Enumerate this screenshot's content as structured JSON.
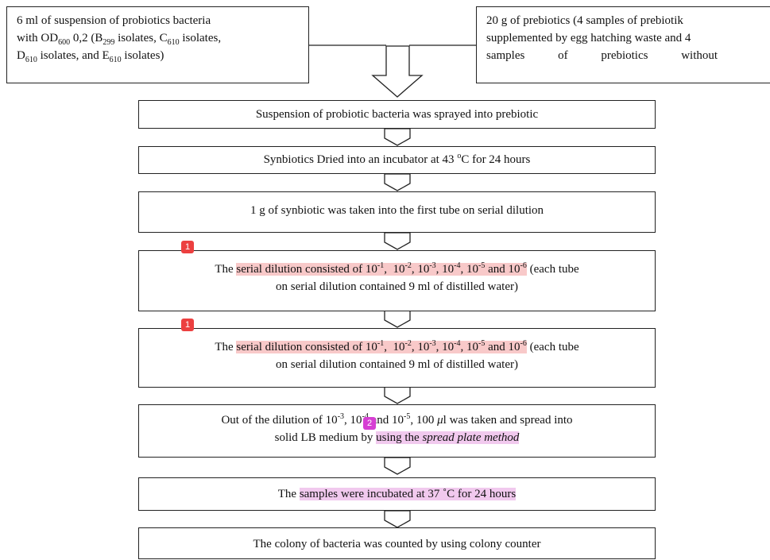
{
  "colors": {
    "highlight_red": "#f8c9c9",
    "highlight_pink": "#f1c9ee",
    "badge_red": "#ec4040",
    "badge_magenta": "#d63fd3"
  },
  "left_input": {
    "l1": "6 ml of suspension of probiotics bacteria",
    "l2_a": "with OD",
    "l2_sub1": "600",
    "l2_b": " 0,2 (B",
    "l2_sub2": "299",
    "l2_c": " isolates, C",
    "l2_sub3": "610",
    "l2_d": " isolates,",
    "l3_a": "D",
    "l3_sub": "610",
    "l3_b": " isolates, and E",
    "l3_sub2": "610",
    "l3_c": " isolates)"
  },
  "right_input": {
    "l1": "20 g of prebiotics (4 samples of prebiotik",
    "l2": "supplemented by egg hatching waste and 4",
    "l3": "samples of prebiotics without"
  },
  "steps": {
    "spray": "Suspension of probiotic bacteria was sprayed into prebiotic",
    "dry_a": "Synbiotics Dried into an incubator at 43 ",
    "dry_deg": "o",
    "dry_b": "C for 24 hours",
    "take": "1 g of synbiotic was taken into the first tube on serial dilution",
    "dilution": {
      "pre": "The ",
      "hl": "serial dilution consisted of ",
      "e1": "-1",
      "e2": "-2",
      "e3": "-3",
      "e4": "-4",
      "e5": "-5",
      "e6": "-6",
      "ten": "10",
      "and": " and ",
      "post": " (each tube",
      "line2": "on serial dilution contained 9 ml of distilled water)"
    },
    "spread": {
      "l1_a": "Out of the dilution of 10",
      "e3": "-3",
      "l1_b": ", 10",
      "e4": "-4",
      "l1_c": " and 10",
      "e5": "-5",
      "l1_d": ", 100 ",
      "mu": "μ",
      "l1_e": "l was taken and spread into",
      "l2_a": "solid LB medium by ",
      "l2_hl": "using the ",
      "l2_em": "spread plate method"
    },
    "incubate": {
      "pre": "The ",
      "hl": "samples were incubated at 37 ˚C for 24 hours"
    },
    "count": "The colony of bacteria was counted by using colony counter"
  },
  "badges": {
    "b1": "1",
    "b2": "1",
    "b3": "2"
  }
}
